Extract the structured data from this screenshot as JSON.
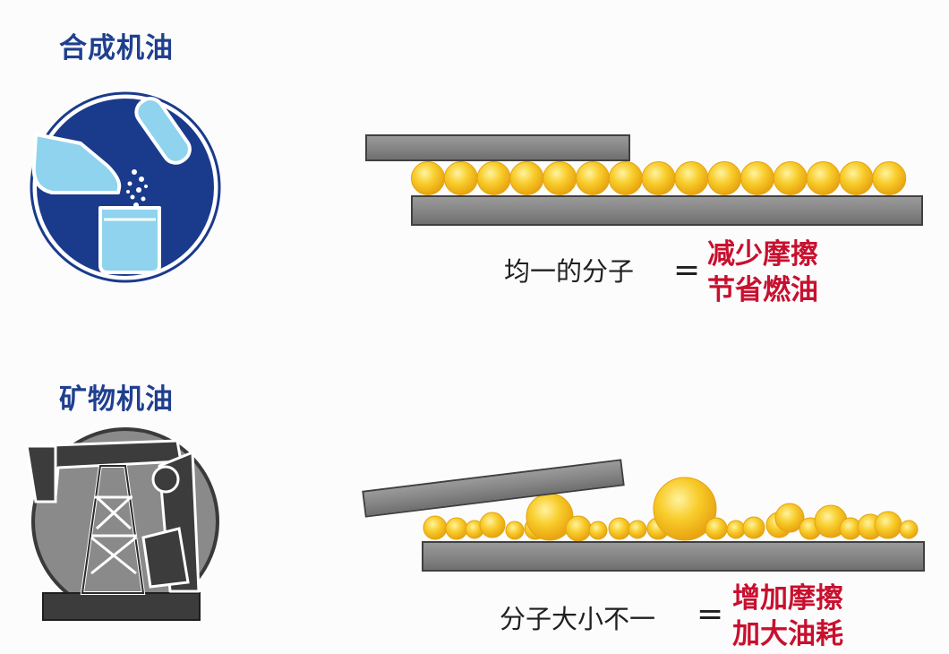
{
  "synthetic": {
    "heading": "合成机油",
    "caption": "均一的分子",
    "equals": "=",
    "result": [
      "减少摩擦",
      "节省燃油"
    ]
  },
  "mineral": {
    "heading": "矿物机油",
    "caption": "分子大小不一",
    "equals": "=",
    "result": [
      "增加摩擦",
      "加大油耗"
    ]
  },
  "colors": {
    "heading": "#1f3f8f",
    "result": "#c8102e",
    "icon_blue": "#1a3a8c",
    "icon_light": "#8fd3ee",
    "plate": "#8a8a8a",
    "oil": "#f7c31e"
  }
}
